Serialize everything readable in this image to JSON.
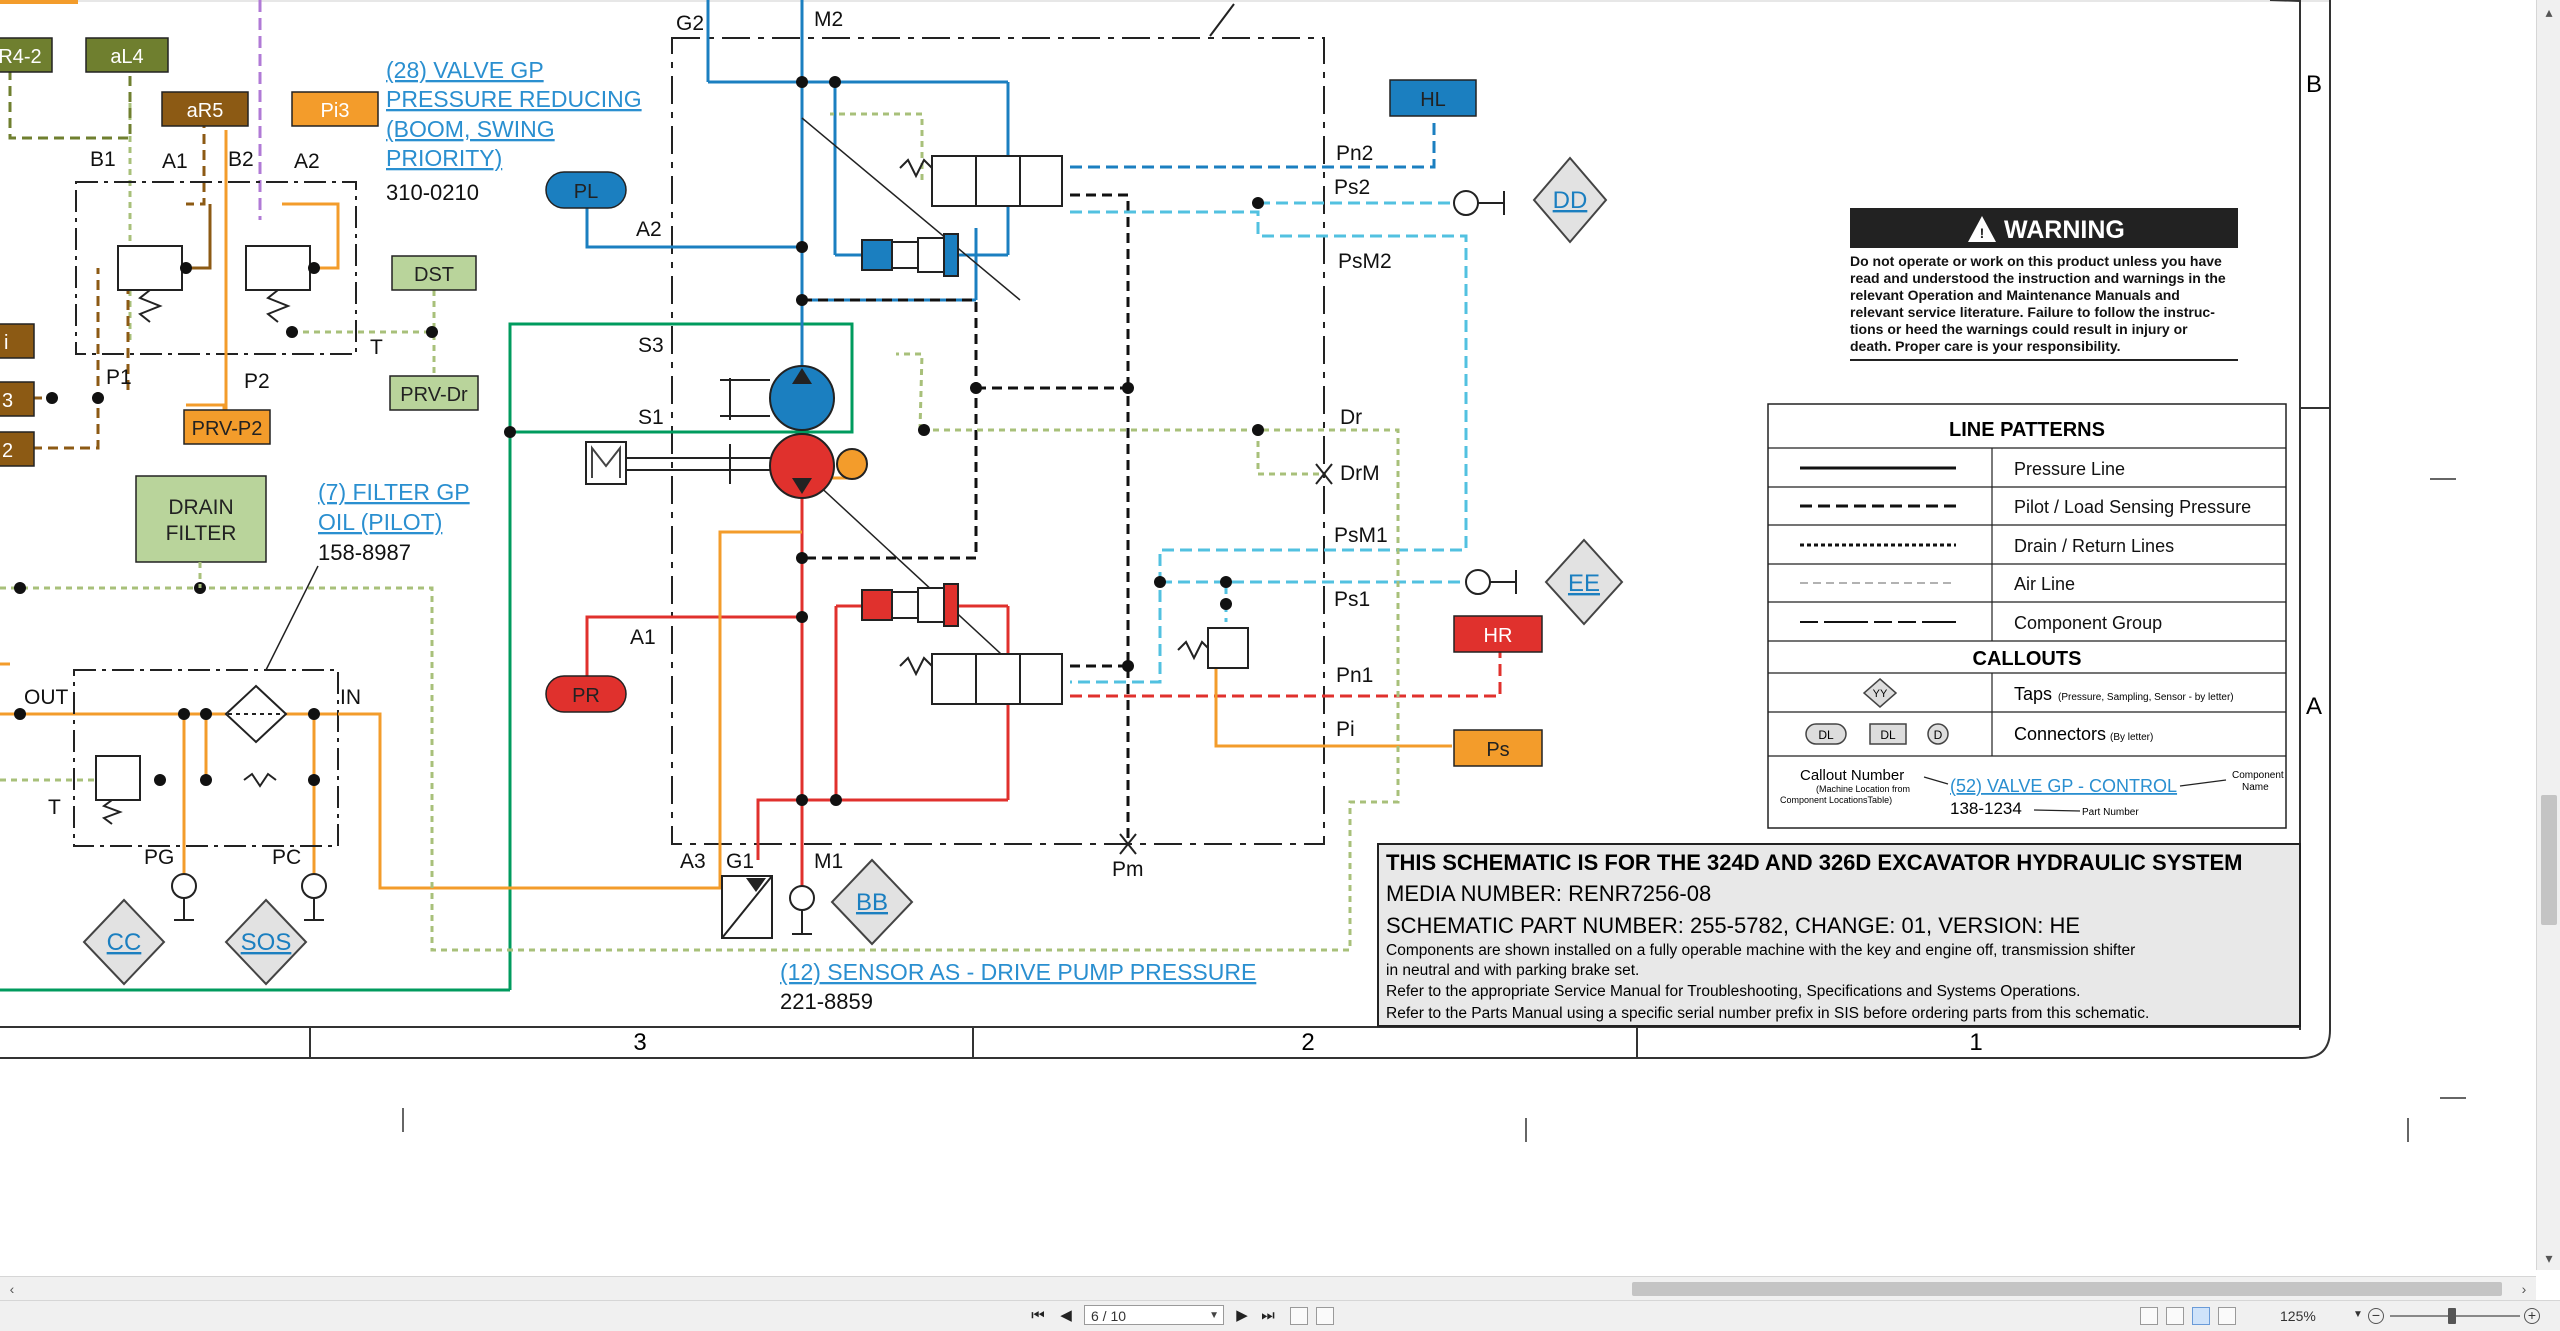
{
  "viewer": {
    "page_value": "6 / 10",
    "zoom": "125%"
  },
  "warning": {
    "title": "WARNING",
    "lines": [
      "Do not operate or work on this product unless you have",
      "read and understood the instruction and warnings in the",
      "relevant Operation and Maintenance Manuals and",
      "relevant service literature. Failure to follow the instruc-",
      "tions or heed the warnings could result in injury or",
      "death. Proper care is your responsibility."
    ]
  },
  "legend": {
    "title": "LINE PATTERNS",
    "patterns": [
      "Pressure Line",
      "Pilot / Load Sensing Pressure",
      "Drain / Return Lines",
      "Air Line",
      "Component Group"
    ],
    "callouts_title": "CALLOUTS",
    "taps_label": "Taps",
    "taps_small": "(Pressure, Sampling, Sensor - by letter)",
    "tap_symbol": "YY",
    "connectors_label": "Connectors",
    "connectors_small": "(By letter)",
    "connector_symbols": [
      "DL",
      "DL",
      "D"
    ],
    "callout_number_label": "Callout Number",
    "callout_location_note_1": "(Machine Location from",
    "callout_location_note_2": "Component LocationsTable)",
    "callout_example": "(52) VALVE GP - CONTROL",
    "component_name_1": "Component",
    "component_name_2": "Name",
    "part_example": "138-1234",
    "part_number_label": "Part Number"
  },
  "title_block": {
    "title": "THIS SCHEMATIC IS FOR THE 324D AND 326D EXCAVATOR HYDRAULIC SYSTEM",
    "media": "MEDIA NUMBER: RENR7256-08",
    "part": "SCHEMATIC PART NUMBER: 255-5782, CHANGE: 01, VERSION: HE",
    "note_1": "Components are shown installed on a fully operable machine with the key and engine off, transmission shifter",
    "note_2": "in neutral and with parking brake set.",
    "note_3": "Refer to the appropriate Service Manual for Troubleshooting, Specifications and Systems Operations.",
    "note_4": "Refer to the Parts Manual using a specific serial number prefix in SIS before ordering parts from this schematic."
  },
  "zones": {
    "cols": [
      "3",
      "2",
      "1"
    ],
    "rows": [
      "B",
      "A"
    ]
  },
  "components": {
    "valve_reducing": {
      "callout_1": "(28) VALVE GP",
      "callout_2": "PRESSURE REDUCING",
      "callout_3": "(BOOM, SWING",
      "callout_4": "PRIORITY)",
      "part": "310-0210"
    },
    "filter_pilot": {
      "callout_1": "(7) FILTER GP",
      "callout_2": "OIL (PILOT)",
      "part": "158-8987"
    },
    "sensor": {
      "callout": "(12) SENSOR AS - DRIVE PUMP PRESSURE",
      "part": "221-8859"
    },
    "drain_filter_1": "DRAIN",
    "drain_filter_2": "FILTER"
  },
  "tags": {
    "r42": "R4-2",
    "al4": "aL4",
    "ar5": "aR5",
    "pi3": "Pi3",
    "dst": "DST",
    "prvdr": "PRV-Dr",
    "prvp2": "PRV-P2",
    "pl": "PL",
    "pr": "PR",
    "hl": "HL",
    "hr": "HR",
    "ps": "Ps",
    "left_i": "i",
    "left_3": "3",
    "left_2": "2"
  },
  "connectors": {
    "dd": "DD",
    "ee": "EE",
    "cc": "CC",
    "sos": "SOS",
    "bb": "BB"
  },
  "ports": {
    "g2": "G2",
    "m2": "M2",
    "a2": "A2",
    "a1": "A1",
    "s3": "S3",
    "s1": "S1",
    "a3": "A3",
    "g1": "G1",
    "m1": "M1",
    "pn2": "Pn2",
    "ps2": "Ps2",
    "psm2": "PsM2",
    "dr": "Dr",
    "drm": "DrM",
    "psm1": "PsM1",
    "ps1": "Ps1",
    "pn1": "Pn1",
    "pi": "Pi",
    "pm": "Pm",
    "b1": "B1",
    "b2": "B2",
    "va1": "A1",
    "va2": "A2",
    "p1": "P1",
    "p2": "P2",
    "t": "T",
    "out": "OUT",
    "in": "IN",
    "ft": "T",
    "pg": "PG",
    "pc": "PC",
    "motor": "M"
  }
}
